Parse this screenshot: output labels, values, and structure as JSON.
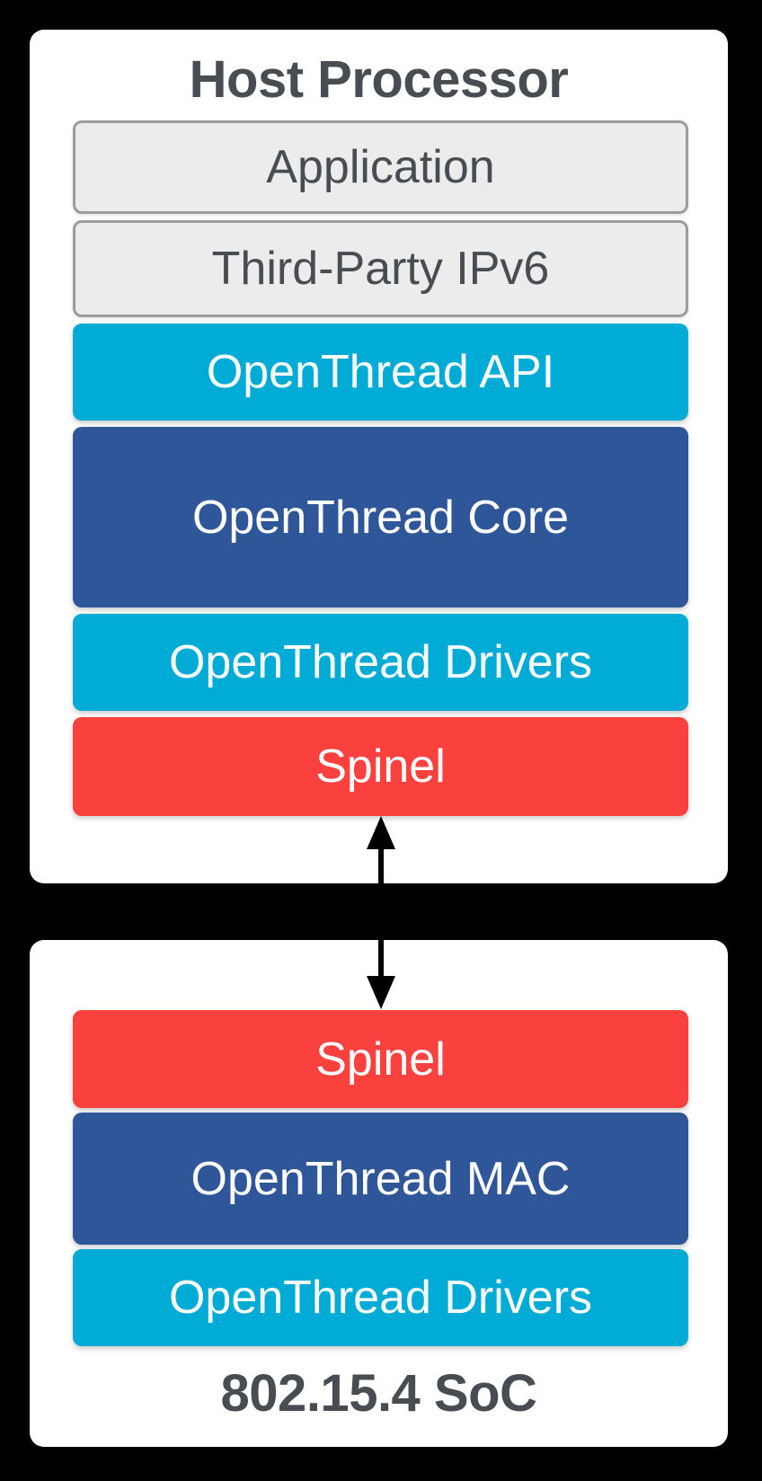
{
  "colors": {
    "background": "#000000",
    "card": "#FFFFFF",
    "cyan": "#00ABD5",
    "blue": "#2F5699",
    "red": "#FA413D",
    "gray_fill": "#ECECEC",
    "gray_border": "#9C9C9C",
    "dark_text": "#474D52"
  },
  "host": {
    "title": "Host Processor",
    "layers": [
      {
        "label": "Application",
        "style": "gray"
      },
      {
        "label": "Third-Party IPv6",
        "style": "gray"
      },
      {
        "label": "OpenThread API",
        "style": "cyan"
      },
      {
        "label": "OpenThread Core",
        "style": "blue"
      },
      {
        "label": "OpenThread Drivers",
        "style": "cyan"
      },
      {
        "label": "Spinel",
        "style": "red"
      }
    ]
  },
  "soc": {
    "title": "802.15.4 SoC",
    "layers": [
      {
        "label": "Spinel",
        "style": "red"
      },
      {
        "label": "OpenThread MAC",
        "style": "blue"
      },
      {
        "label": "OpenThread Drivers",
        "style": "cyan"
      }
    ]
  }
}
